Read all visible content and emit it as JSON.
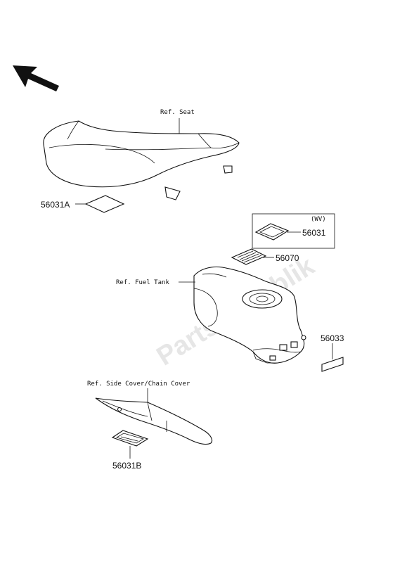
{
  "watermark": "PartsRepublik",
  "labels": {
    "ref_seat": "Ref. Seat",
    "ref_fuel_tank": "Ref. Fuel Tank",
    "ref_side_cover": "Ref. Side Cover/Chain Cover",
    "variant": "(WV)"
  },
  "parts": {
    "p56031A": "56031A",
    "p56031": "56031",
    "p56070": "56070",
    "p56033": "56033",
    "p56031B": "56031B"
  },
  "colors": {
    "line": "#111111",
    "watermark": "#e6e6e6"
  },
  "icons": {
    "direction": "direction-arrow-icon"
  }
}
